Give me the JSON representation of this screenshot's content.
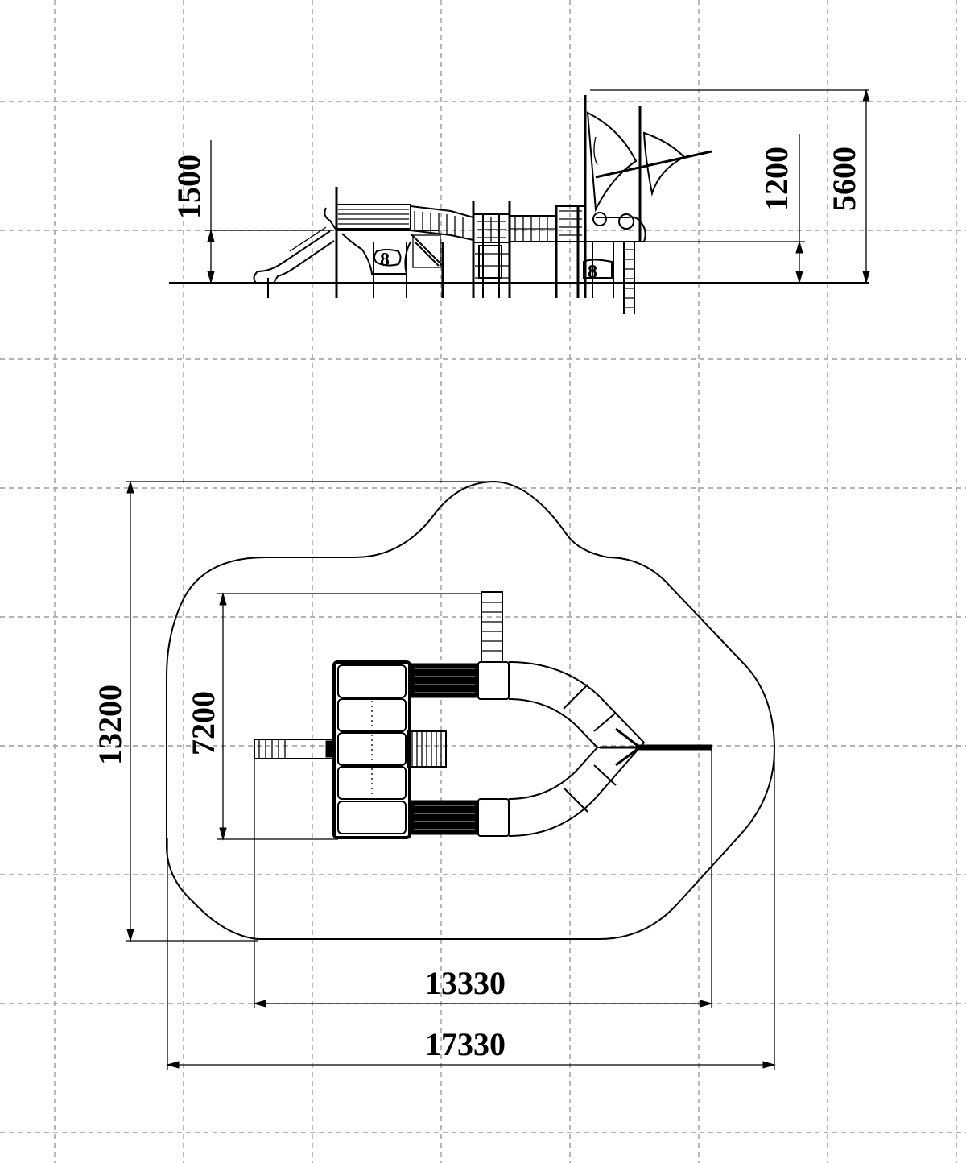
{
  "dimensions": {
    "side_height_left": "1500",
    "side_height_platform": "1200",
    "side_height_total": "5600",
    "plan_depth_total": "13200",
    "plan_depth_structure": "7200",
    "plan_length_structure": "13330",
    "plan_length_total": "17330"
  },
  "colors": {
    "ink": "#000000",
    "grid": "#9a9a9a",
    "background": "#ffffff"
  }
}
